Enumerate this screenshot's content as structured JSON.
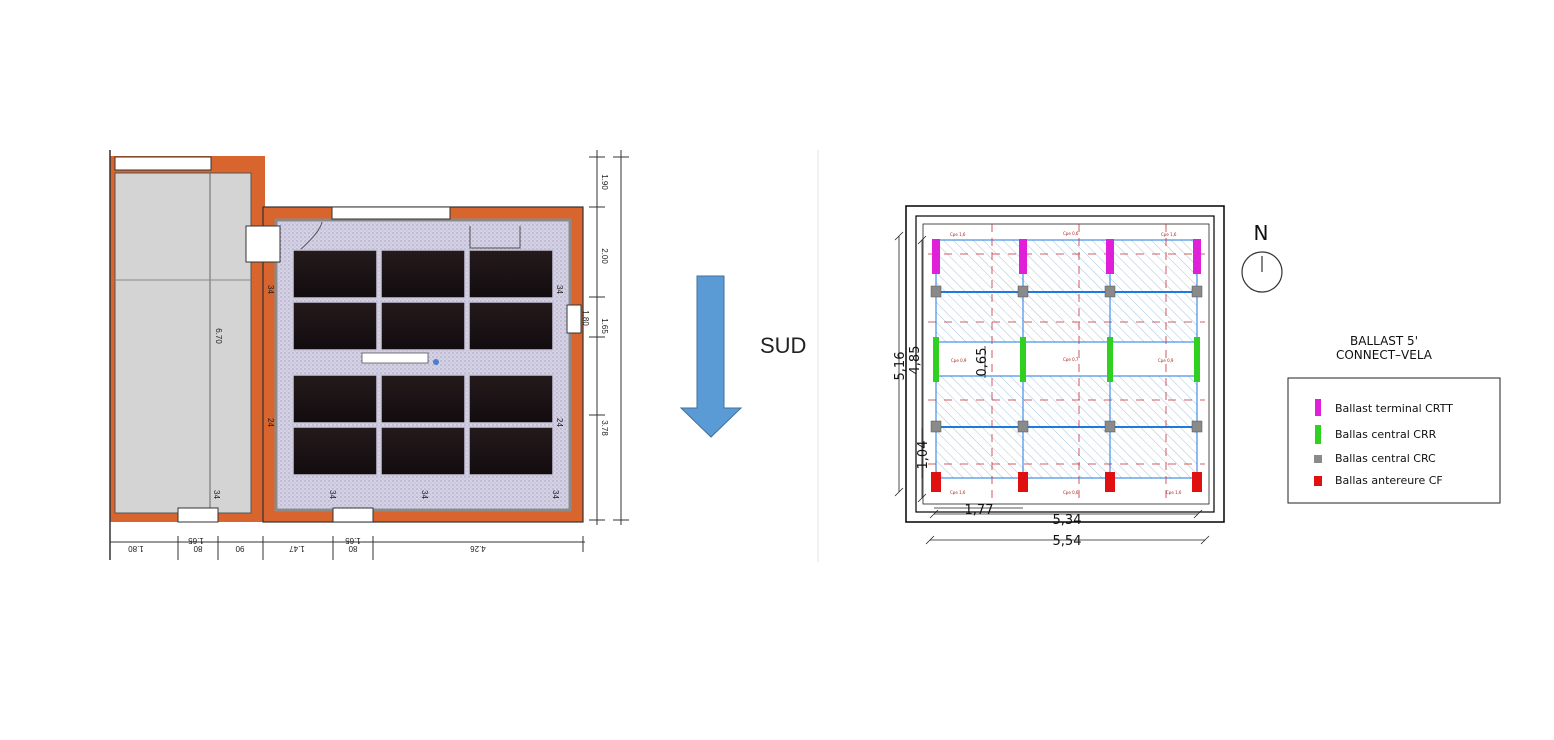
{
  "left_plan": {
    "dimensions_vertical": [
      "1.90",
      "2.00",
      "1.80",
      "1.65",
      "3.78",
      "6.70"
    ],
    "dimensions_horizontal": [
      "1.80",
      "1.65",
      "80",
      "90",
      "1.47",
      "80",
      "1.65",
      "4.26"
    ],
    "small_labels": [
      "34",
      "24",
      "34",
      "24",
      "34",
      "34",
      "34",
      "34"
    ]
  },
  "arrow_label": "SUD",
  "right_plan": {
    "dim_5_16": "5,16",
    "dim_4_85": "4,85",
    "dim_0_65": "0,65",
    "dim_1_04": "1,04",
    "dim_1_77": "1,77",
    "dim_5_34": "5,34",
    "dim_5_54": "5,54",
    "cpe_top": [
      "Cpe 1,6",
      "Cpe 0,6",
      "Cpe 1,6"
    ],
    "cpe_mid": [
      "Cpe 0,9",
      "Cpe 0,7",
      "Cpe 0,9"
    ],
    "cpe_bottom": [
      "Cpe 1,6",
      "Cpe 0,6",
      "Cpe 1,6"
    ]
  },
  "compass_label": "N",
  "ballast_title_1": "BALLAST 5'",
  "ballast_title_2": "CONNECT–VELA",
  "legend": [
    {
      "label": "Ballast terminal CRTT",
      "color": "#e020d8"
    },
    {
      "label": "Ballas central CRR",
      "color": "#30d020"
    },
    {
      "label": "Ballas central CRC",
      "color": "#8a8a8a"
    },
    {
      "label": "Ballas antereure CF",
      "color": "#e01010"
    }
  ],
  "colors": {
    "wall": "#d8652e",
    "panel": "#1a1214",
    "roof_fill": "#d6d2e6",
    "grey_block": "#d4d4d4",
    "arrow": "#5b9bd5",
    "grid_line": "#1f7ae0",
    "hatch": "#8fb8d8"
  }
}
